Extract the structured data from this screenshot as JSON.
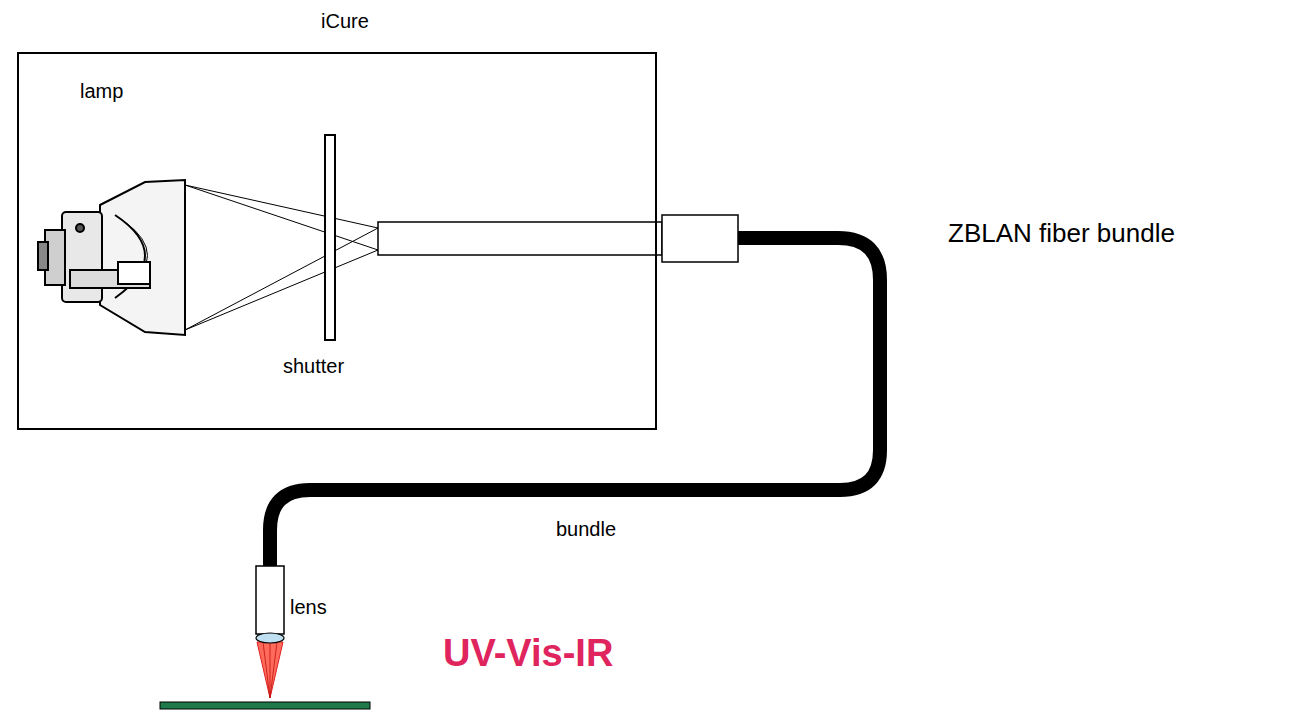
{
  "diagram": {
    "nodes": [
      {
        "text": [
          "iCure"
        ]
      }
    ],
    "labels": [
      "lamp",
      "shutter",
      "ZBLAN fiber bundle",
      "bundle",
      "lens",
      "UV-Vis-IR"
    ]
  }
}
